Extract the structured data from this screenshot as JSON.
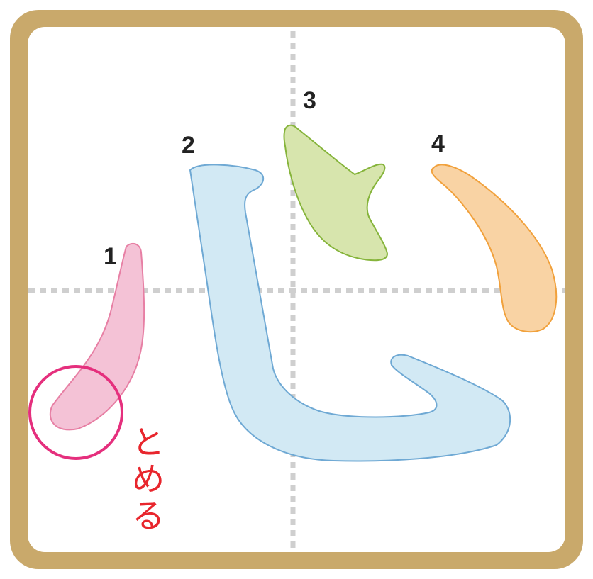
{
  "colors": {
    "frame": "#c9a96b",
    "guide": "#cfcfcf",
    "stroke1_fill": "#f4c2d6",
    "stroke1_edge": "#e77fa4",
    "stroke2_fill": "#d2e9f4",
    "stroke2_edge": "#6fa9d4",
    "stroke3_fill": "#d7e5ad",
    "stroke3_edge": "#86b43b",
    "stroke4_fill": "#f9d3a4",
    "stroke4_edge": "#f1a13c",
    "highlight_circle": "#e52f7d",
    "annotation": "#e8262d"
  },
  "strokes": [
    {
      "number": "1",
      "shape": "dot-stroke"
    },
    {
      "number": "2",
      "shape": "hooked-curve"
    },
    {
      "number": "3",
      "shape": "dot-stroke"
    },
    {
      "number": "4",
      "shape": "dot-stroke"
    }
  ],
  "annotation": {
    "text_chars": [
      "と",
      "め",
      "る"
    ]
  }
}
